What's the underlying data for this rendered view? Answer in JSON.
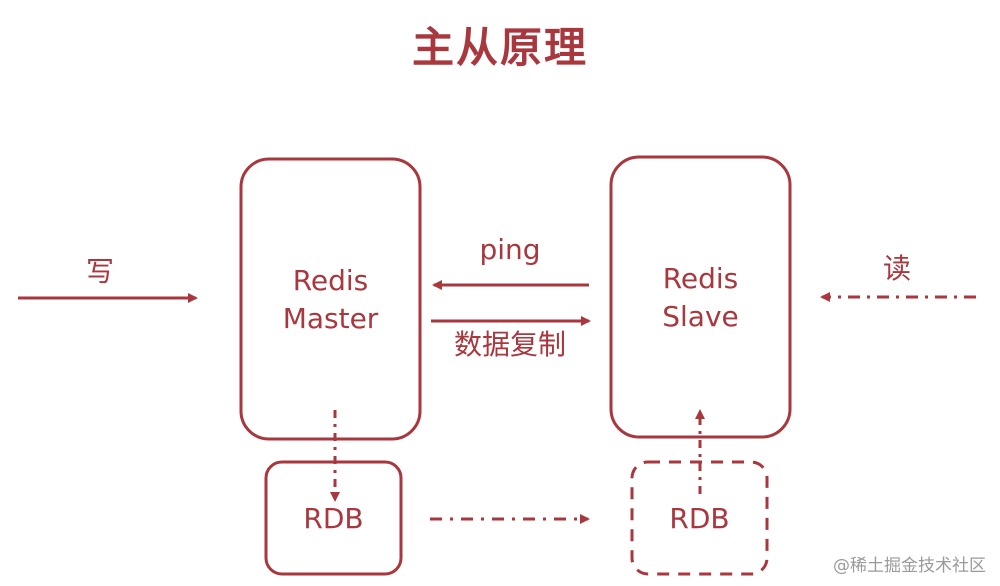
{
  "title": "主从原理",
  "colors": {
    "primary": "#a8373e",
    "watermark": "#9a9a9a"
  },
  "master": {
    "line1": "Redis",
    "line2": "Master"
  },
  "slave": {
    "line1": "Redis",
    "line2": "Slave"
  },
  "rdb_master": "RDB",
  "rdb_slave": "RDB",
  "write_label": "写",
  "read_label": "读",
  "ping_label": "ping",
  "replication_label": "数据复制",
  "watermark": "@稀土掘金技术社区"
}
